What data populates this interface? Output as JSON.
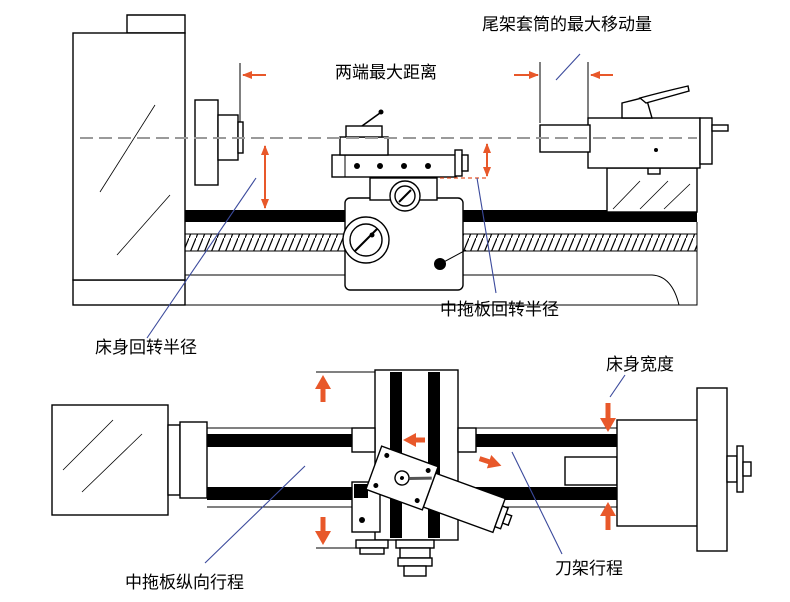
{
  "labels": {
    "tailstock_quill_travel": "尾架套筒的最大移动量",
    "distance_between_centers": "两端最大距离",
    "cross_slide_swing": "中拖板回转半径",
    "bed_swing": "床身回转半径",
    "bed_width": "床身宽度",
    "carriage_travel": "中拖板纵向行程",
    "tool_post_travel": "刀架行程"
  },
  "colors": {
    "arrow": "#e8582a",
    "leader": "#3b4a9c",
    "centerline": "#9a9a9a"
  }
}
